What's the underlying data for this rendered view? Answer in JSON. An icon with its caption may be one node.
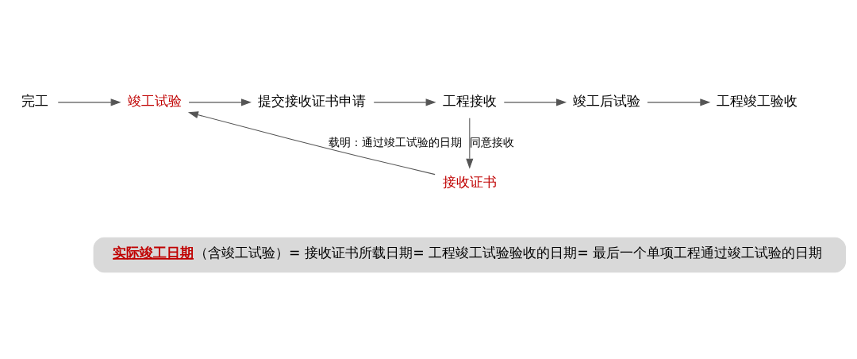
{
  "diagram": {
    "nodes": [
      {
        "text": [
          "完工"
        ]
      },
      {
        "text": [
          "竣工试验"
        ]
      },
      {
        "text": [
          "提交接收证书申请"
        ]
      },
      {
        "text": [
          "工程接收"
        ]
      },
      {
        "text": [
          "竣工后试验"
        ]
      },
      {
        "text": [
          "工程竣工验收"
        ]
      },
      {
        "text": [
          "接收证书"
        ]
      },
      {
        "text": [
          "实际竣工日期",
          "（含竣工试验）= 接收证书所载日期= 工程竣工试验验收的日期= 最后一个单项工程通过竣工试验的日期"
        ]
      }
    ],
    "edges": [
      {
        "from": 0,
        "to": 1,
        "arrow": "to"
      },
      {
        "from": 1,
        "to": 2,
        "arrow": "to"
      },
      {
        "from": 2,
        "to": 3,
        "arrow": "to"
      },
      {
        "from": 3,
        "to": 4,
        "arrow": "to"
      },
      {
        "from": 4,
        "to": 5,
        "arrow": "to"
      },
      {
        "from": 3,
        "to": 6,
        "arrow": "to",
        "label": "同意接收"
      },
      {
        "from": 6,
        "to": 1,
        "arrow": "to",
        "label": "载明：通过竣工试验的日期"
      }
    ]
  }
}
